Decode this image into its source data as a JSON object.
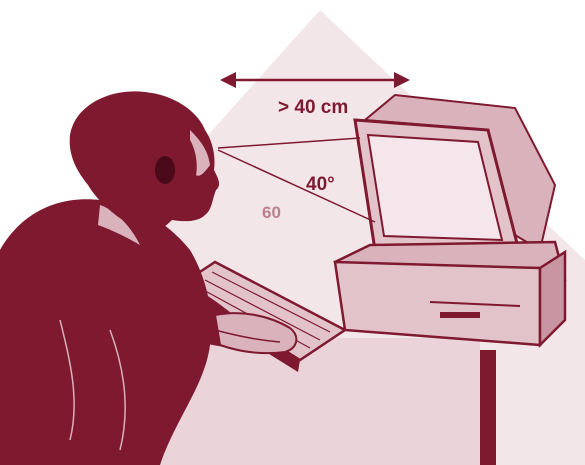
{
  "labels": {
    "distance": "> 40 cm",
    "angle": "40°",
    "gaze_angle": "60"
  },
  "colors": {
    "maroon": "#7e1930",
    "dark": "#4a0a1a",
    "light_pink": "#d9b2bb",
    "pale_pink": "#ead4da",
    "diamond": "#f3e6e9",
    "monitor_face": "#e3c3ca",
    "screen": "#f4e6ea",
    "gray_text": "#b9808d"
  }
}
